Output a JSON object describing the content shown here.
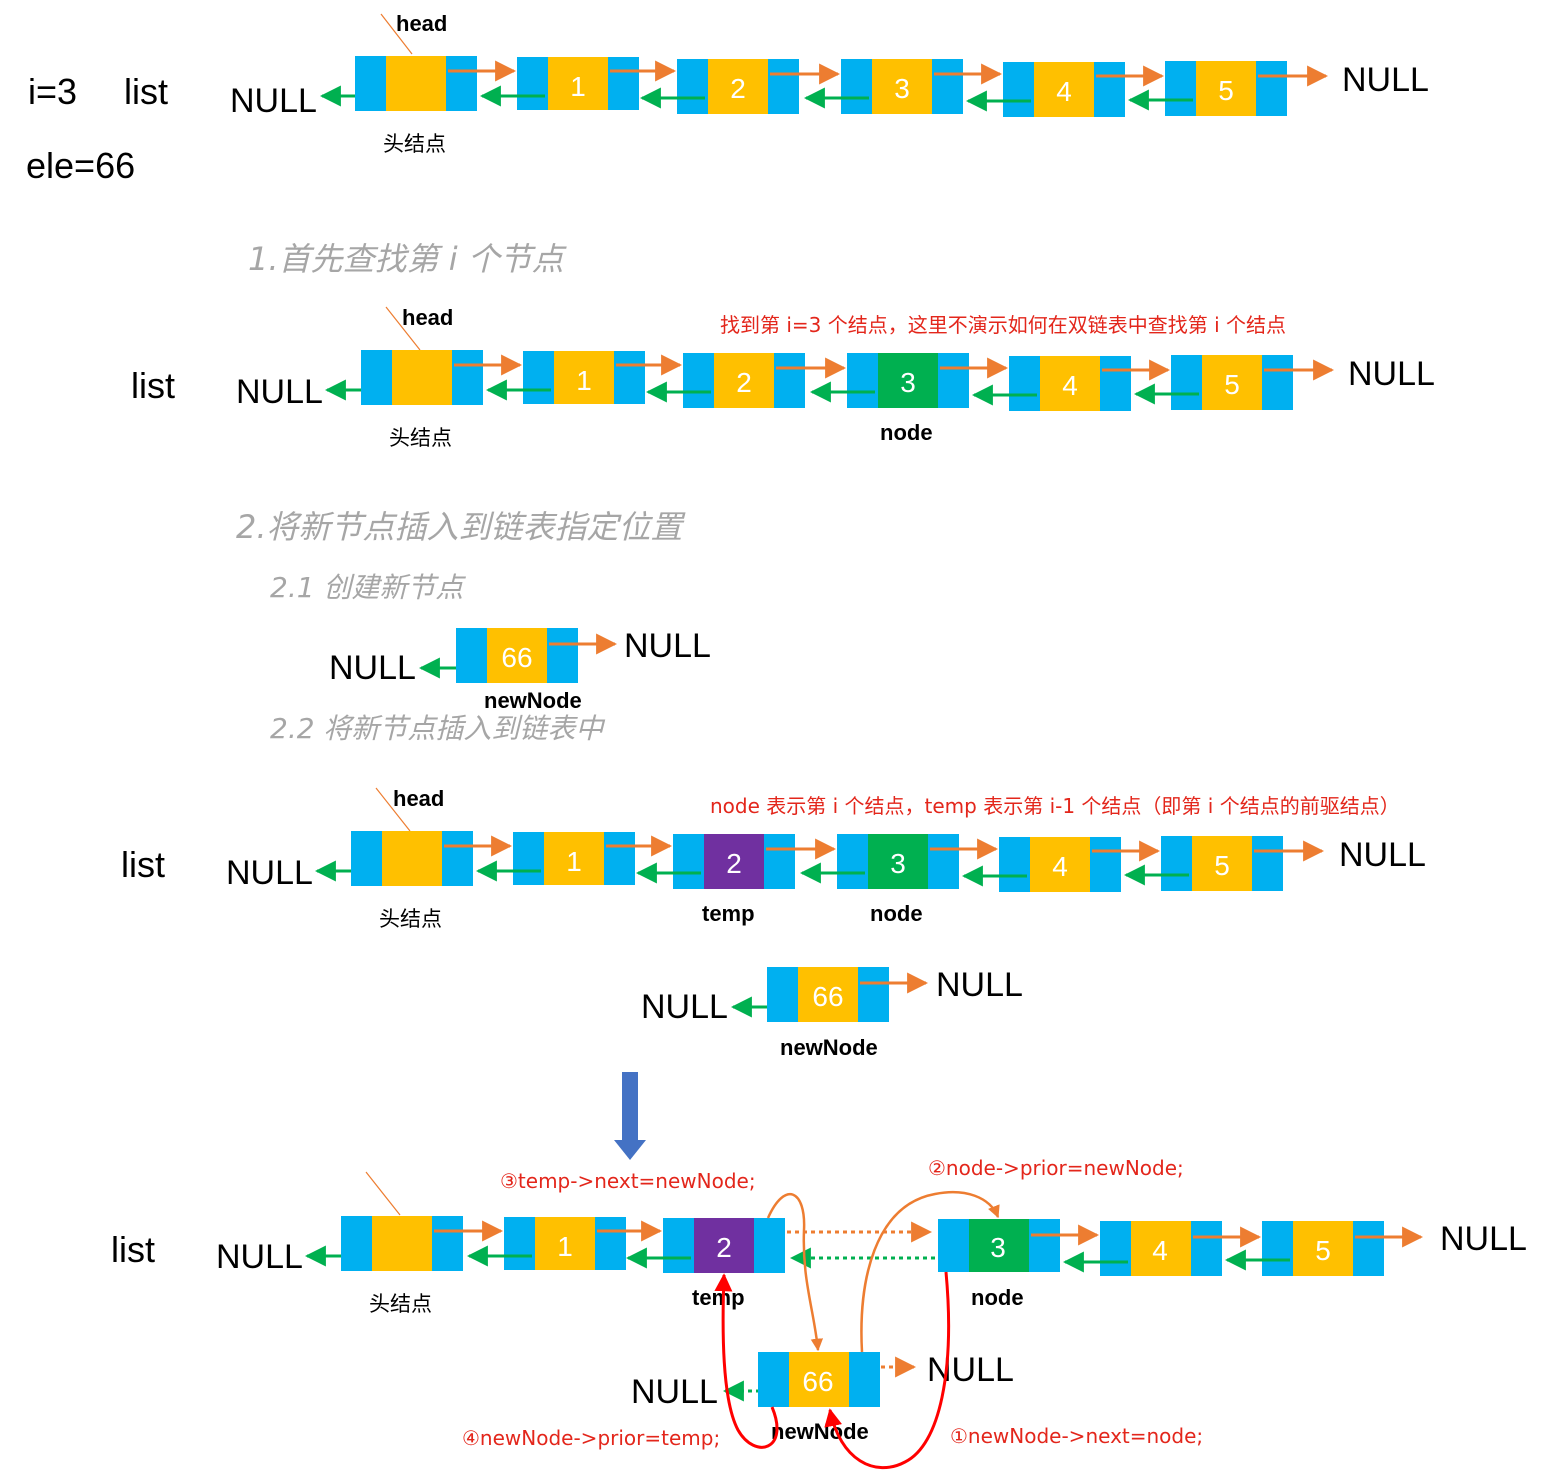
{
  "params": {
    "i": "i=3",
    "list": "list",
    "ele": "ele=66"
  },
  "labels": {
    "list": "list",
    "null": "NULL",
    "head": "head",
    "head_node": "头结点",
    "node": "node",
    "temp": "temp",
    "new_node": "newNode"
  },
  "steps": {
    "s1": "1.首先查找第 i 个节点",
    "s2": "2.将新节点插入到链表指定位置",
    "s21": "2.1 创建新节点",
    "s22": "2.2 将新节点插入到链表中"
  },
  "notes": {
    "found": "找到第 i=3 个结点，这里不演示如何在双链表中查找第 i 个结点",
    "meaning": "node 表示第 i 个结点，temp 表示第 i-1 个结点（即第 i 个结点的前驱结点）"
  },
  "node_values": [
    "1",
    "2",
    "3",
    "4",
    "5"
  ],
  "new_value": "66",
  "ops": {
    "op1": "①newNode->next=node;",
    "op2": "②node->prior=newNode;",
    "op3": "③temp->next=newNode;",
    "op4": "④newNode->prior=temp;"
  },
  "colors": {
    "pointer_cell": "#00b0f0",
    "data_cell": "#ffc000",
    "node_highlight": "#00b050",
    "temp_highlight": "#7030a0",
    "next_arrow": "#ed7d31",
    "prior_arrow": "#00b050",
    "step_arrow": "#4472c4",
    "note_red": "#e3261b"
  }
}
